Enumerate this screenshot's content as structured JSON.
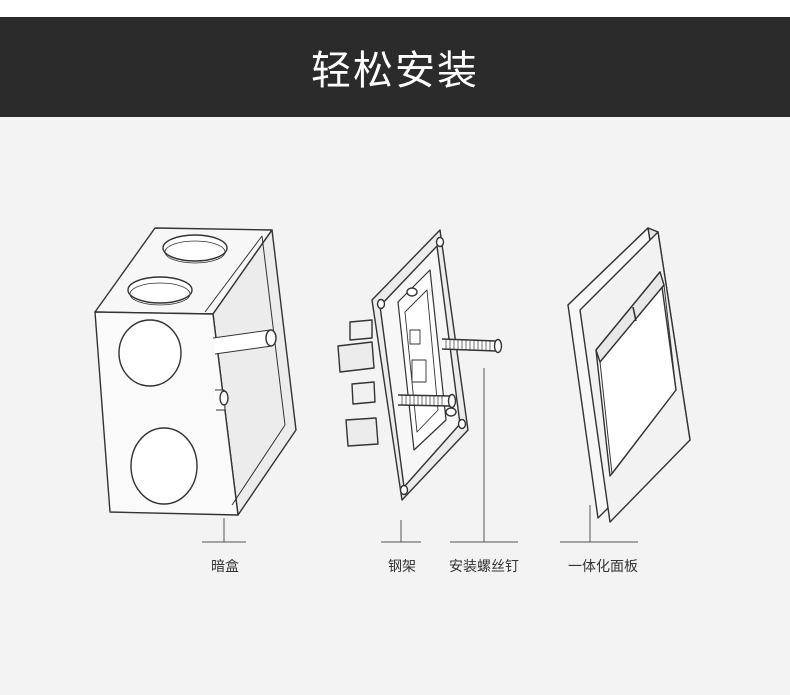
{
  "header": {
    "title": "轻松安装"
  },
  "components": {
    "box_label": "暗盒",
    "frame_label": "钢架",
    "screw_label": "安装螺丝钉",
    "panel_label": "一体化面板"
  }
}
